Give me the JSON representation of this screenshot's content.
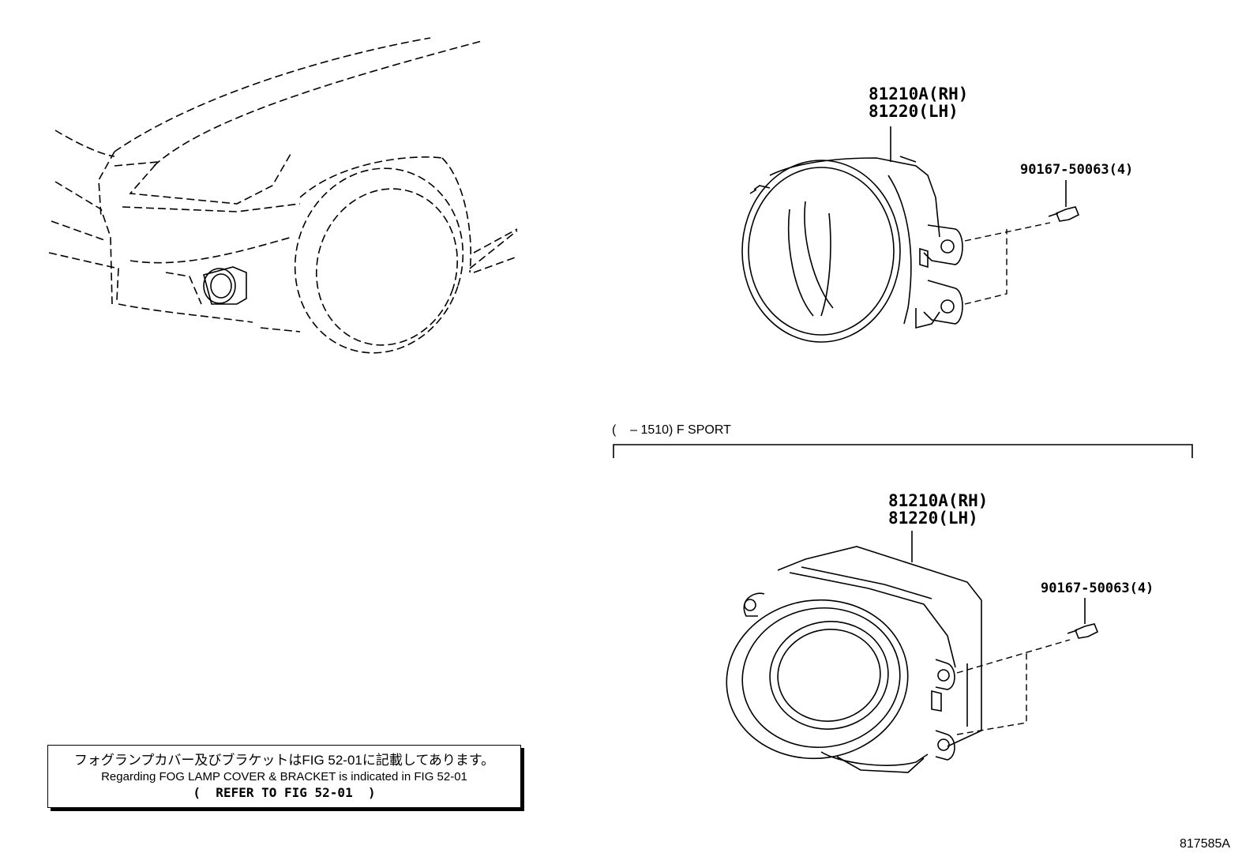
{
  "upper_assembly": {
    "part_rh": "81210A(RH)",
    "part_lh": "81220(LH)",
    "screw": "90167-50063(4)"
  },
  "condition": {
    "label": "(    – 1510) F SPORT"
  },
  "lower_assembly": {
    "part_rh": "81210A(RH)",
    "part_lh": "81220(LH)",
    "screw": "90167-50063(4)"
  },
  "note": {
    "line1": "フォグランプカバー及びブラケットはFIG 52-01に記載してあります。",
    "line2": "Regarding FOG LAMP COVER & BRACKET is indicated in FIG 52-01",
    "line3": "(  REFER TO FIG 52-01  )"
  },
  "figure_code": "817585A"
}
